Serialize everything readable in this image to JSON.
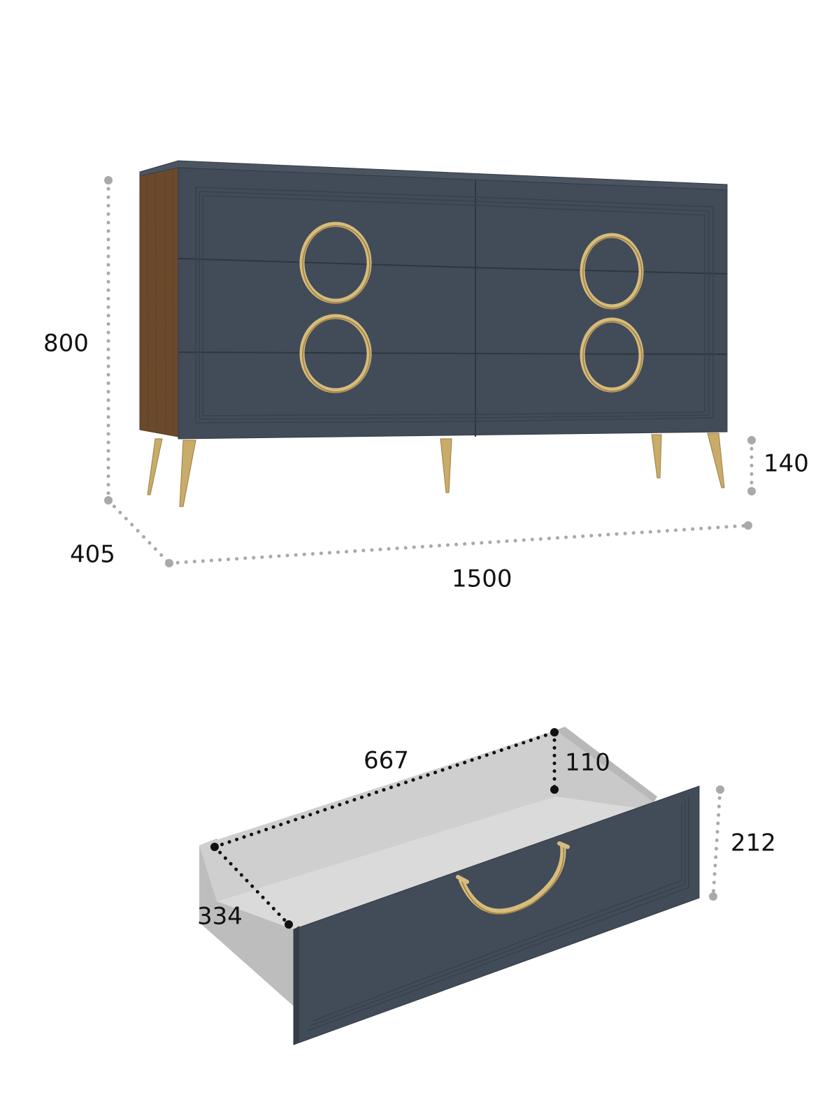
{
  "dimensions": {
    "dresser": {
      "height": "800",
      "depth": "405",
      "width": "1500",
      "leg_height": "140"
    },
    "drawer": {
      "length": "667",
      "inner_height": "110",
      "front_height": "212",
      "depth": "334"
    }
  },
  "colors": {
    "body": "#424b58",
    "body_dark": "#363d48",
    "body_light": "#4f5866",
    "wood": "#6b4a2c",
    "wood_dark": "#4e3520",
    "brass": "#d6bd7e",
    "brass_dark": "#a9894a",
    "interior": "#c9c9c9",
    "interior_light": "#dadada",
    "grey_dots": "#a9a9a9",
    "black_dots": "#111111"
  },
  "icons": {
    "handles": "ring-handle-icon",
    "drawer_handle": "arc-handle-icon"
  }
}
